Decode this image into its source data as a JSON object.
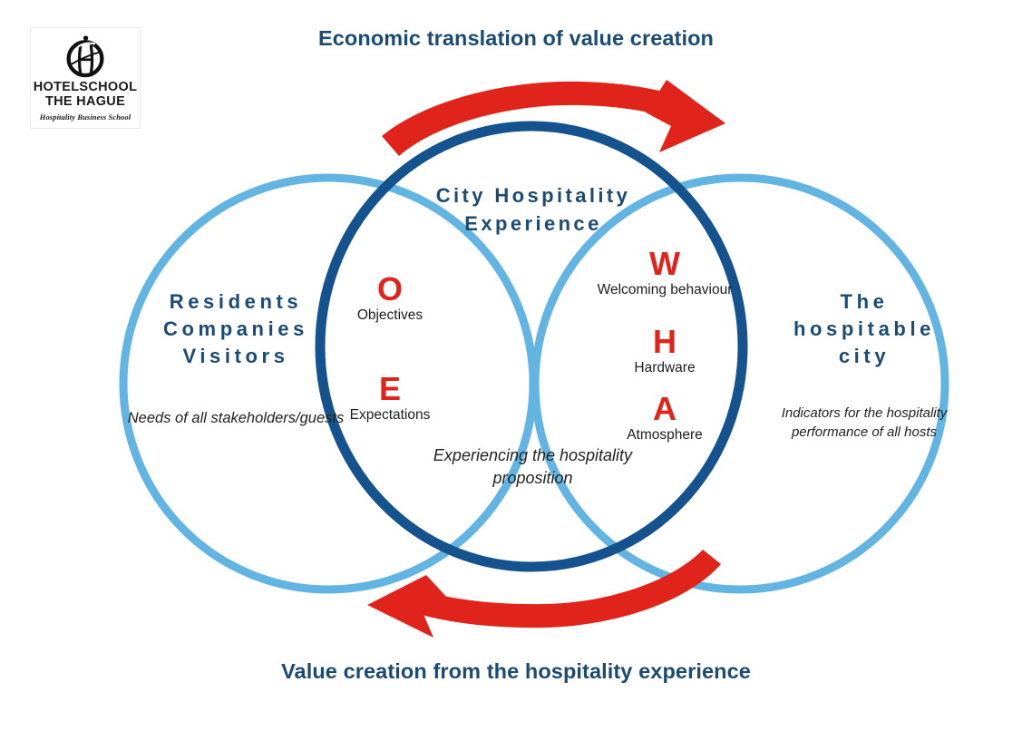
{
  "logo": {
    "mark": "hotelschool-crest-icon",
    "line1": "HOTELSCHOOL",
    "line2": "THE HAGUE",
    "tagline": "Hospitality Business School"
  },
  "banners": {
    "top": "Economic translation of value creation",
    "bottom": "Value creation from the hospitality experience"
  },
  "center": {
    "title": "City Hospitality\nExperience",
    "title_line1": "City Hospitality",
    "title_line2": "Experience",
    "note": "Experiencing the hospitality proposition"
  },
  "left_circle": {
    "heading_line1": "Residents",
    "heading_line2": "Companies",
    "heading_line3": "Visitors",
    "note": "Needs of all stakeholders/guests"
  },
  "right_circle": {
    "heading_line1": "The",
    "heading_line2": "hospitable",
    "heading_line3": "city",
    "note": "Indicators for the hospitality performance of all hosts"
  },
  "left_lens": {
    "items": [
      {
        "letter": "O",
        "label": "Objectives"
      },
      {
        "letter": "E",
        "label": "Expectations"
      }
    ]
  },
  "right_lens": {
    "items": [
      {
        "letter": "W",
        "label": "Welcoming behaviour"
      },
      {
        "letter": "H",
        "label": "Hardware"
      },
      {
        "letter": "A",
        "label": "Atmosphere"
      }
    ]
  },
  "arrows": {
    "top": {
      "name": "top-clockwise-arrow",
      "direction": "right"
    },
    "bottom": {
      "name": "bottom-counterclockwise-arrow",
      "direction": "left"
    }
  },
  "colors": {
    "navy_text": "#1b4a72",
    "light_blue_circle": "#62b4e2",
    "dark_blue_circle": "#15538f",
    "red_accent": "#e0231b",
    "background": "#ffffff"
  }
}
